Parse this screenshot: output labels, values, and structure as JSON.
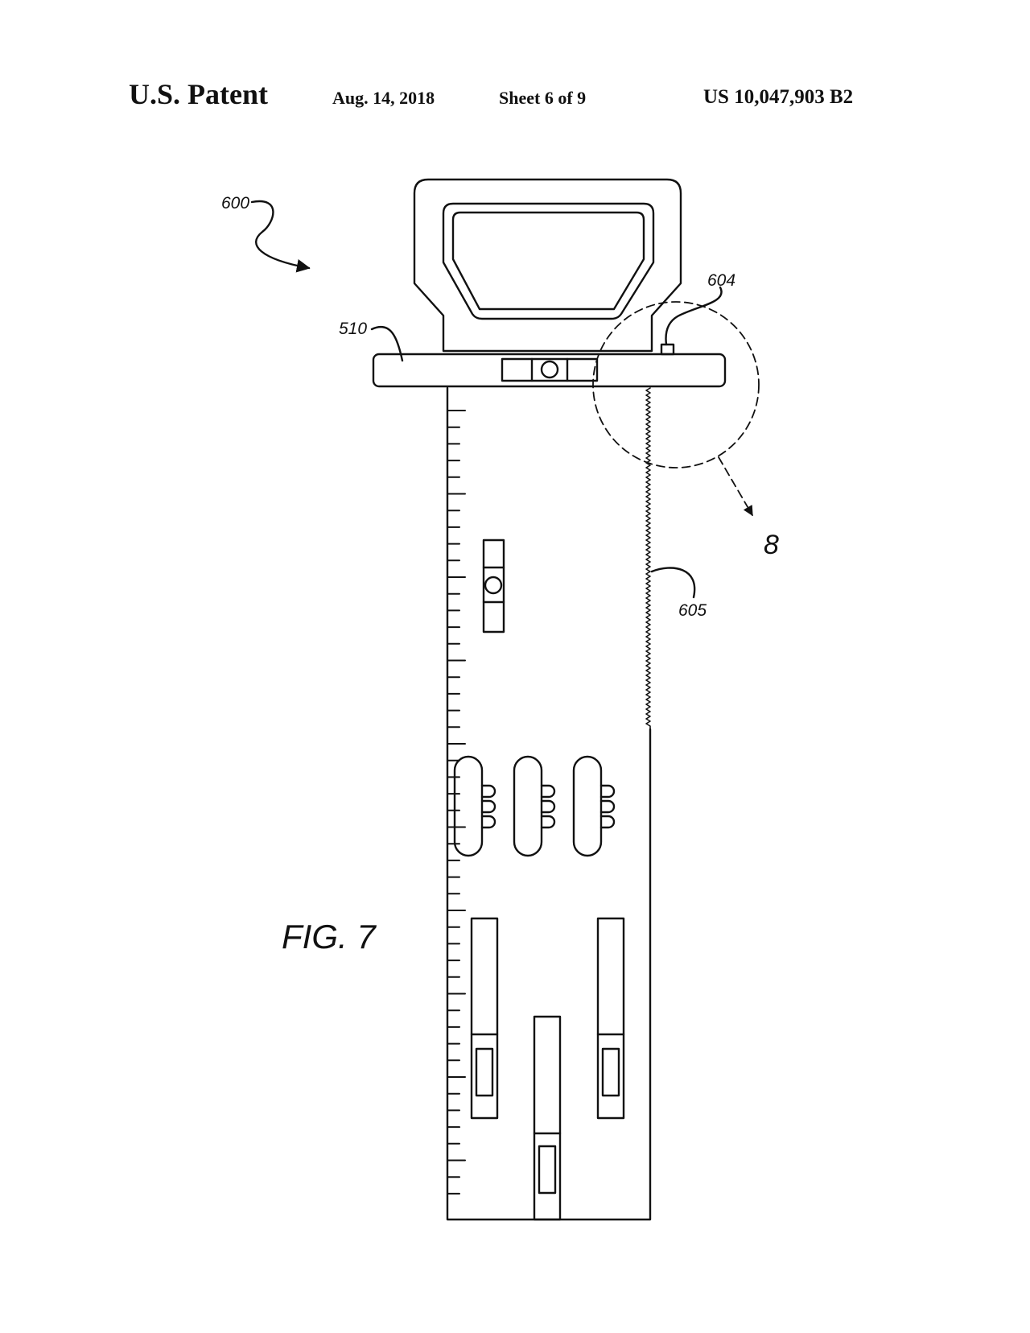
{
  "header": {
    "title": "U.S. Patent",
    "date": "Aug. 14, 2018",
    "sheet": "Sheet 6 of 9",
    "patent_number": "US 10,047,903 B2"
  },
  "figure": {
    "caption": "FIG. 7",
    "refs": {
      "r600": "600",
      "r510": "510",
      "r604": "604",
      "r605": "605",
      "r8": "8"
    }
  }
}
